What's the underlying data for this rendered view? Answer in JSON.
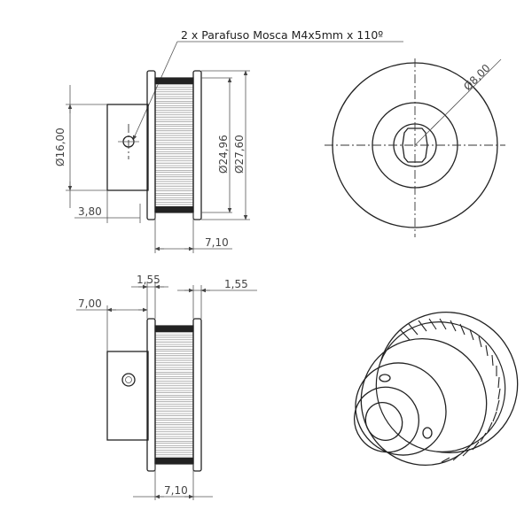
{
  "note": "2 x Parafuso Mosca M4x5mm x 110º",
  "dims": {
    "hub_diameter": "Ø16,00",
    "hub_length": "3,80",
    "root_diameter": "Ø24,96",
    "outer_diameter": "Ø27,60",
    "teeth_width_top": "7,10",
    "bore_diameter": "Ø8,00",
    "hub_offset": "7,00",
    "flange_left": "1,55",
    "flange_right": "1,55",
    "teeth_width_bottom": "7,10"
  }
}
